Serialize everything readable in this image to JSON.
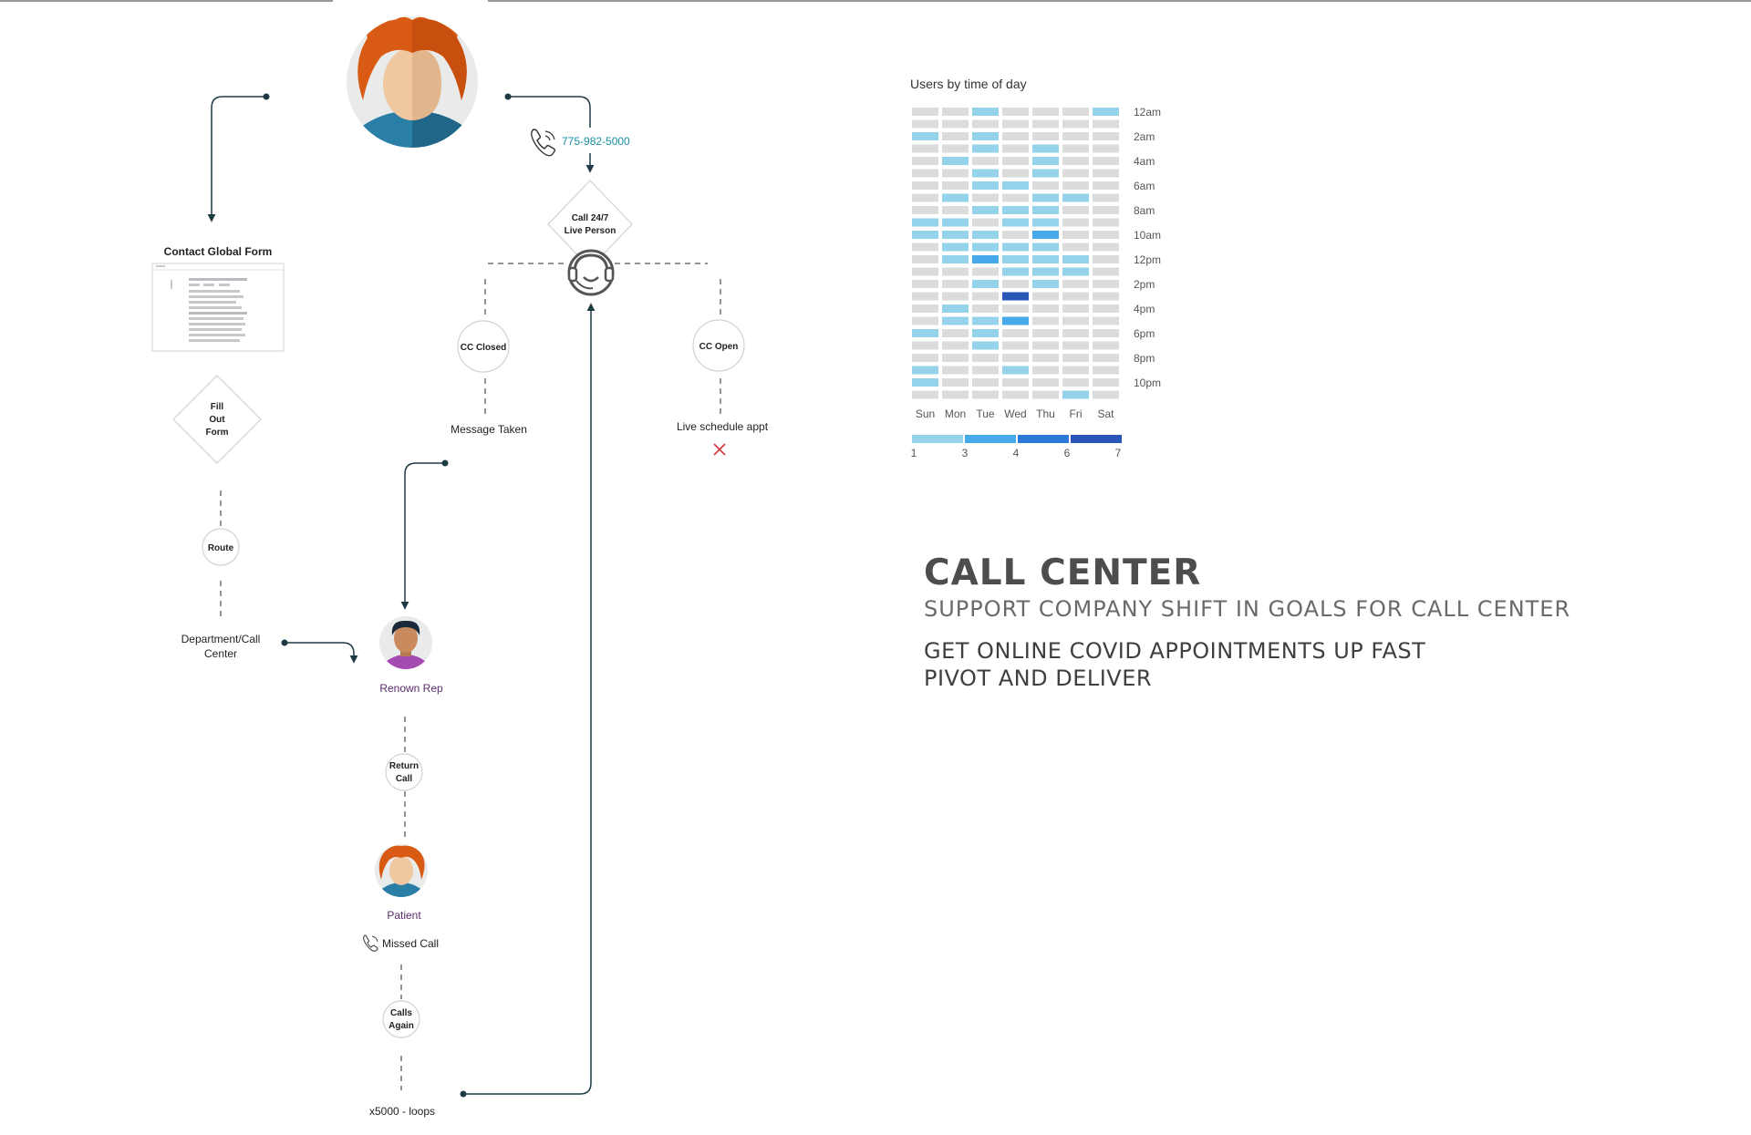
{
  "flow": {
    "phone_number": "775-982-5000",
    "call_node": [
      "Call 24/7",
      "Live Person"
    ],
    "cc_closed": "CC Closed",
    "cc_open": "CC Open",
    "message_taken": "Message Taken",
    "live_schedule": "Live schedule appt",
    "form_title": "Contact Global Form",
    "fill_form": [
      "Fill",
      "Out",
      "Form"
    ],
    "route": "Route",
    "department": [
      "Department/Call",
      "Center"
    ],
    "renown_rep": "Renown Rep",
    "return_call": [
      "Return",
      "Call"
    ],
    "patient": "Patient",
    "missed_call": "Missed Call",
    "calls_again": [
      "Calls",
      "Again"
    ],
    "loops": "x5000 - loops"
  },
  "heatmap": {
    "title": "Users by time of day",
    "days": [
      "Sun",
      "Mon",
      "Tue",
      "Wed",
      "Thu",
      "Fri",
      "Sat"
    ],
    "hour_labels": [
      "12am",
      "2am",
      "4am",
      "6am",
      "8am",
      "10am",
      "12pm",
      "2pm",
      "4pm",
      "6pm",
      "8pm",
      "10pm"
    ],
    "legend_values": [
      "1",
      "3",
      "4",
      "6",
      "7"
    ],
    "colors": {
      "empty": "#dcdcdc",
      "level_1": "#94d3ea",
      "level_2": "#46a9ea",
      "level_3": "#2b79d8",
      "level_4": "#2a56b8"
    },
    "levels_by_day": [
      [
        0,
        0,
        1,
        0,
        0,
        0,
        0,
        0,
        0,
        1,
        1,
        0,
        0,
        0,
        0,
        0,
        0,
        0,
        1,
        0,
        0,
        1,
        1,
        0
      ],
      [
        0,
        0,
        0,
        0,
        1,
        0,
        0,
        1,
        0,
        1,
        1,
        1,
        1,
        0,
        0,
        0,
        1,
        1,
        0,
        0,
        0,
        0,
        0,
        0
      ],
      [
        1,
        0,
        1,
        1,
        0,
        1,
        1,
        0,
        1,
        0,
        1,
        1,
        2,
        0,
        1,
        0,
        0,
        1,
        1,
        1,
        0,
        0,
        0,
        0
      ],
      [
        0,
        0,
        0,
        0,
        0,
        0,
        1,
        0,
        1,
        1,
        0,
        1,
        1,
        1,
        0,
        4,
        0,
        2,
        0,
        0,
        0,
        1,
        0,
        0
      ],
      [
        0,
        0,
        0,
        1,
        1,
        1,
        0,
        1,
        1,
        1,
        2,
        1,
        1,
        1,
        1,
        0,
        0,
        0,
        0,
        0,
        0,
        0,
        0,
        0
      ],
      [
        0,
        0,
        0,
        0,
        0,
        0,
        0,
        1,
        0,
        0,
        0,
        0,
        1,
        1,
        0,
        0,
        0,
        0,
        0,
        0,
        0,
        0,
        0,
        1
      ],
      [
        1,
        0,
        0,
        0,
        0,
        0,
        0,
        0,
        0,
        0,
        0,
        0,
        0,
        0,
        0,
        0,
        0,
        0,
        0,
        0,
        0,
        0,
        0,
        0
      ]
    ]
  },
  "headline": {
    "title": "CALL CENTER",
    "subtitle": "SUPPORT COMPANY SHIFT IN GOALS FOR CALL CENTER",
    "goals": [
      "GET ONLINE COVID APPOINTMENTS UP FAST",
      "PIVOT AND DELIVER"
    ]
  }
}
